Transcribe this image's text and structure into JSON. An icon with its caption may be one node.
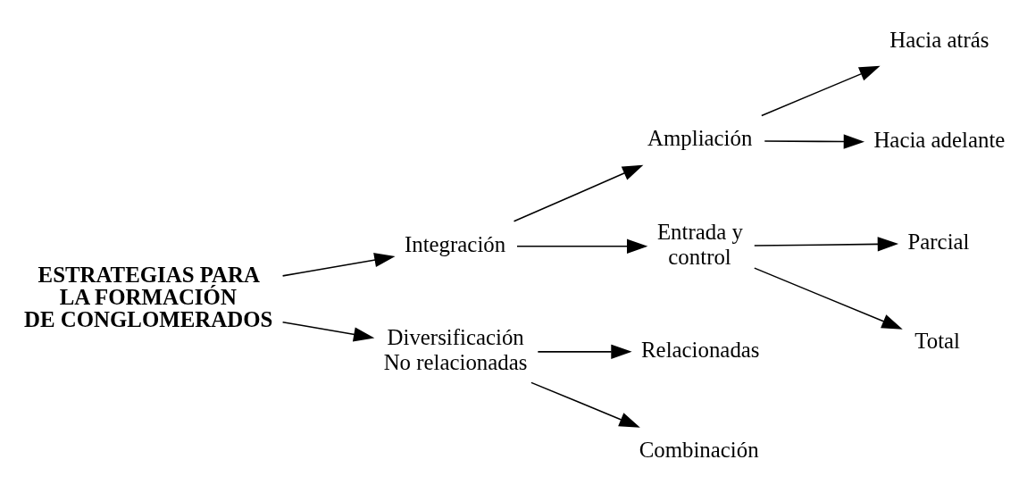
{
  "diagram": {
    "nodes": [
      {
        "text": [
          "ESTRATEGIAS PARA LA FORMACIÓN DE CONGLOMERADOS"
        ]
      },
      {
        "text": [
          "Integración"
        ]
      },
      {
        "text": [
          "Ampliación"
        ]
      },
      {
        "text": [
          "Hacia atrás"
        ]
      },
      {
        "text": [
          "Hacia adelante"
        ]
      },
      {
        "text": [
          "Entrada y control"
        ]
      },
      {
        "text": [
          "Parcial"
        ]
      },
      {
        "text": [
          "Total"
        ]
      },
      {
        "text": [
          "Diversificación No relacionadas"
        ]
      },
      {
        "text": [
          "Relacionadas"
        ]
      },
      {
        "text": [
          "Combinación"
        ]
      }
    ],
    "edges": [
      {
        "from": 0,
        "to": 1,
        "arrow": "to"
      },
      {
        "from": 0,
        "to": 8,
        "arrow": "to"
      },
      {
        "from": 1,
        "to": 2,
        "arrow": "to"
      },
      {
        "from": 1,
        "to": 5,
        "arrow": "to"
      },
      {
        "from": 2,
        "to": 3,
        "arrow": "to"
      },
      {
        "from": 2,
        "to": 4,
        "arrow": "to"
      },
      {
        "from": 5,
        "to": 6,
        "arrow": "to"
      },
      {
        "from": 5,
        "to": 7,
        "arrow": "to"
      },
      {
        "from": 8,
        "to": 9,
        "arrow": "to"
      },
      {
        "from": 8,
        "to": 10,
        "arrow": "to"
      }
    ]
  }
}
